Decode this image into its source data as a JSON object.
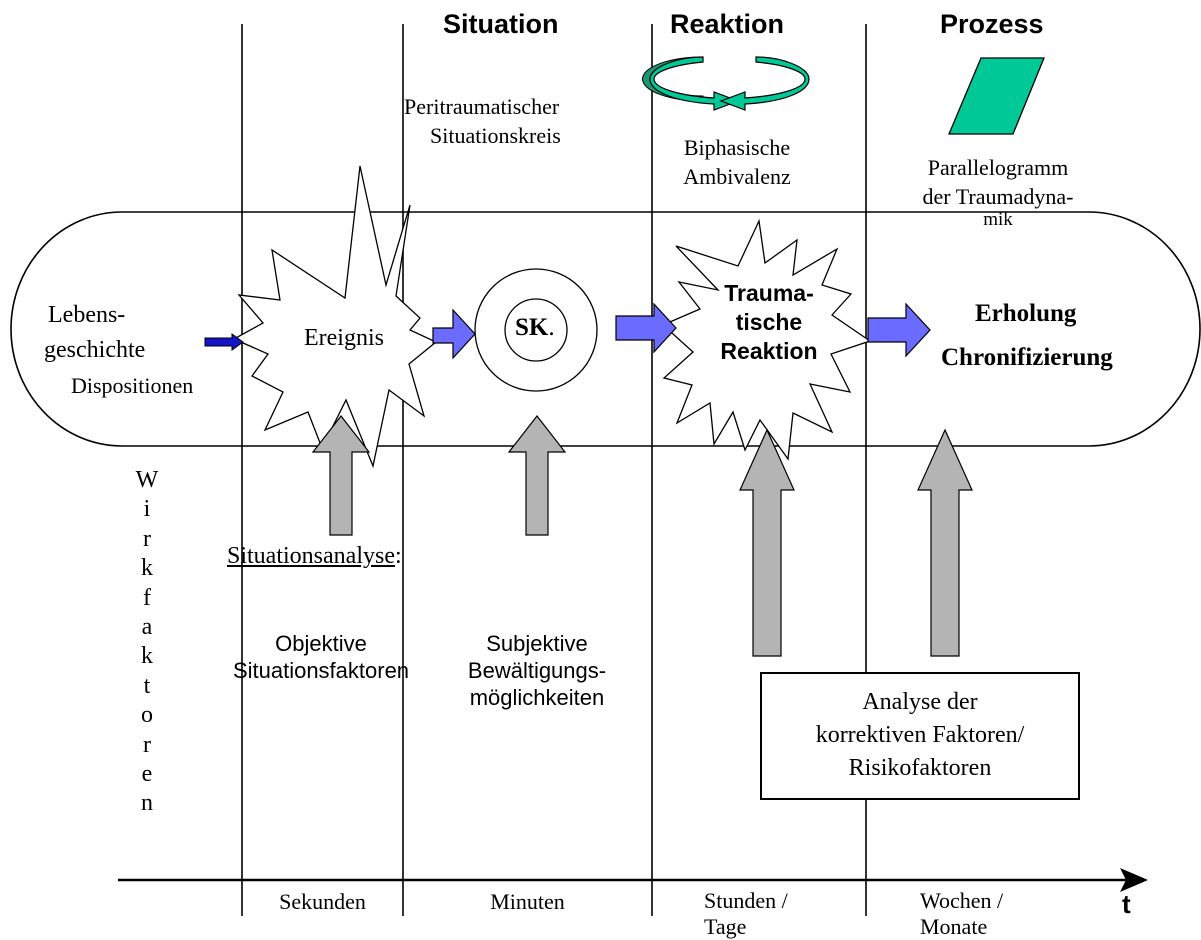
{
  "headers": {
    "situation": "Situation",
    "reaktion": "Reaktion",
    "prozess": "Prozess"
  },
  "top_labels": {
    "situationskreis": [
      "Peritraumatischer",
      "Situationskreis"
    ],
    "ambivalenz": [
      "Biphasische",
      "Ambivalenz"
    ],
    "parallelogramm": [
      "Parallelogramm",
      "der Traumadyna-",
      "mik"
    ]
  },
  "band": {
    "lebensgeschichte": [
      "Lebens-",
      "geschichte"
    ],
    "dispositionen": "Dispositionen",
    "ereignis": "Ereignis",
    "sk": "SK",
    "sk_dot": ".",
    "traumatische_reaktion": [
      "Trauma-",
      "tische",
      "Reaktion"
    ],
    "erholung": "Erholung",
    "chronifizierung": "Chronifizierung"
  },
  "lower": {
    "situationsanalyse": "Situationsanalyse",
    "situationsanalyse_colon": ":",
    "objektive": [
      "Objektive",
      "Situationsfaktoren"
    ],
    "subjektive": [
      "Subjektive",
      "Bewältigungs-",
      "möglichkeiten"
    ],
    "analyse_box": [
      "Analyse der",
      "korrektiven Faktoren/",
      "Risikofaktoren"
    ]
  },
  "wirkfaktoren_letters": [
    "W",
    "i",
    "r",
    "k",
    "f",
    "a",
    "k",
    "t",
    "o",
    "r",
    "e",
    "n"
  ],
  "time_axis": {
    "labels": [
      [
        "Sekunden"
      ],
      [
        "Minuten"
      ],
      [
        "Stunden /",
        "Tage"
      ],
      [
        "Wochen /",
        "Monate"
      ]
    ],
    "t_label": "t"
  },
  "colors": {
    "blue_arrow": "#6b6bff",
    "small_blue_arrow": "#1414c8",
    "gray_arrow": "#b4b4b4",
    "green": "#00c896",
    "green_dark": "#1a9670"
  }
}
